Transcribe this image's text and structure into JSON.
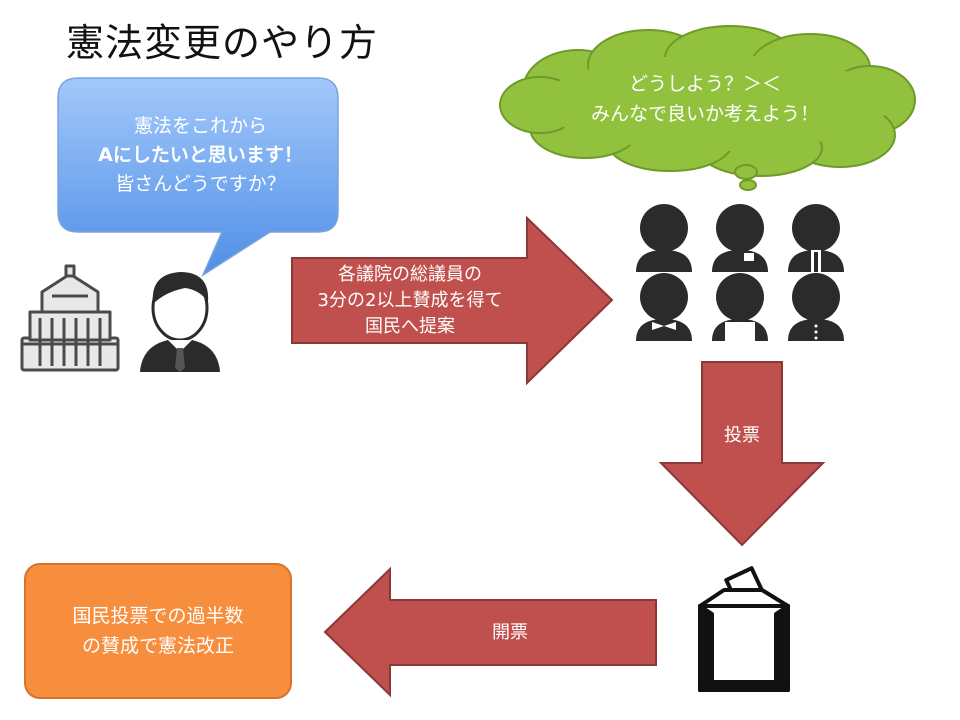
{
  "title": "憲法変更のやり方",
  "speech_bubble": {
    "lines": [
      "憲法をこれから",
      "Aにしたいと思います！",
      "皆さんどうですか？"
    ]
  },
  "thought_cloud": {
    "lines": [
      "どうしよう？＞＜",
      "みんなで良いか考えよう！"
    ]
  },
  "arrow_propose": {
    "lines": [
      "各議院の総議員の",
      "3分の2以上賛成を得て",
      "国民へ提案"
    ]
  },
  "arrow_vote": {
    "label": "投票"
  },
  "arrow_count": {
    "label": "開票"
  },
  "result_box": {
    "lines": [
      "国民投票での過半数",
      "の賛成で憲法改正"
    ]
  },
  "colors": {
    "arrow_red": "#c0504d",
    "bubble_blue": "#6fa8f0",
    "cloud_green": "#92c13e",
    "orange": "#f68e3d",
    "person": "#2b2b2b"
  },
  "icons": [
    "diet-building-icon",
    "politician-icon",
    "people-group-icon",
    "ballot-box-icon"
  ]
}
